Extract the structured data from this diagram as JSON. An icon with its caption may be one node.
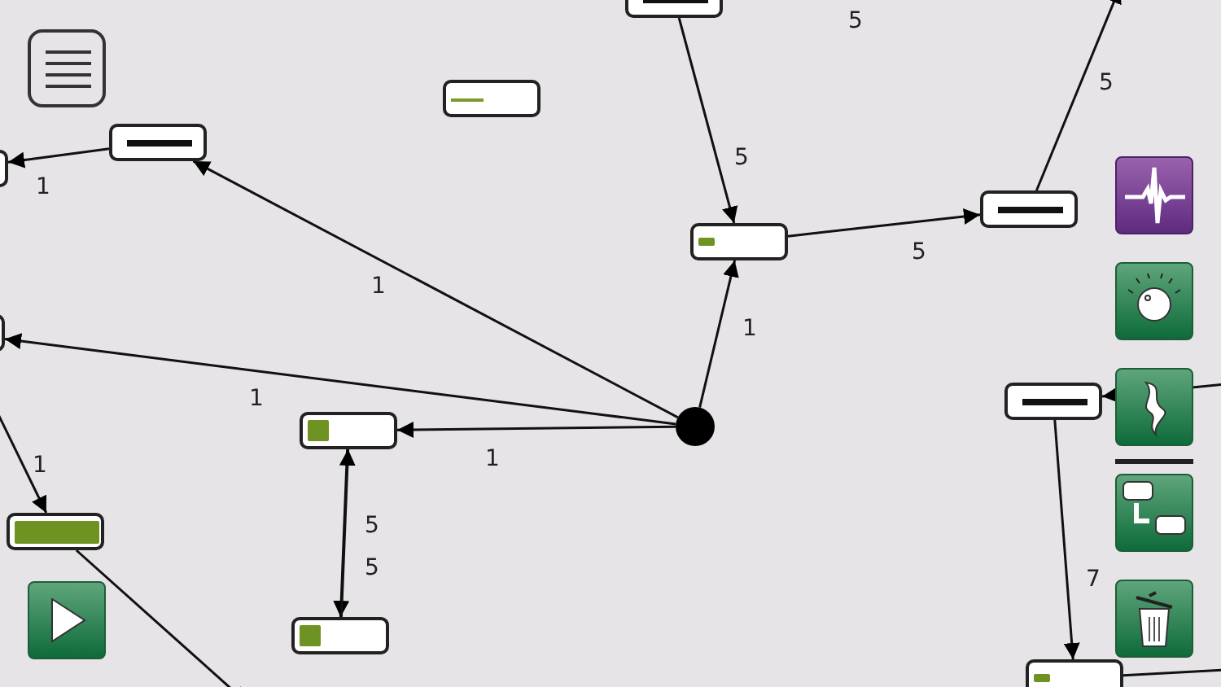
{
  "diagram": {
    "nodes": [
      {
        "text": [],
        "shape": "box"
      },
      {
        "text": [],
        "shape": "box"
      },
      {
        "text": [],
        "shape": "box"
      },
      {
        "text": [],
        "shape": "box"
      },
      {
        "text": [],
        "shape": "box"
      },
      {
        "text": [],
        "shape": "box"
      },
      {
        "text": [],
        "shape": "box"
      },
      {
        "text": [],
        "shape": "box"
      },
      {
        "text": [],
        "shape": "box"
      },
      {
        "text": [],
        "shape": "circle"
      },
      {
        "text": [],
        "shape": "box"
      },
      {
        "text": [],
        "shape": "box"
      },
      {
        "text": [],
        "shape": "box"
      }
    ],
    "edges": [
      {
        "from": 0,
        "to": 4,
        "arrow": "to",
        "label": "5"
      },
      {
        "from": 4,
        "to": 5,
        "arrow": "to",
        "label": "5"
      },
      {
        "from": 5,
        "to": null,
        "arrow": "to",
        "label": "5"
      },
      {
        "from": 9,
        "to": 4,
        "arrow": "to",
        "label": "1"
      },
      {
        "from": 9,
        "to": 2,
        "arrow": "to",
        "label": "1"
      },
      {
        "from": 2,
        "to": 3,
        "arrow": "to",
        "label": "1"
      },
      {
        "from": 9,
        "to": 6,
        "arrow": "to",
        "label": "1"
      },
      {
        "from": 9,
        "to": 8,
        "arrow": "to",
        "label": "1"
      },
      {
        "from": 8,
        "to": 11,
        "arrow": "to",
        "label": "5"
      },
      {
        "from": 11,
        "to": 8,
        "arrow": "to",
        "label": "5"
      },
      {
        "from": null,
        "to": 10,
        "arrow": "to",
        "label": "1"
      },
      {
        "from": 10,
        "to": null,
        "arrow": "to"
      },
      {
        "from": null,
        "to": 7,
        "arrow": "to"
      },
      {
        "from": 7,
        "to": 12,
        "arrow": "to",
        "label": "7"
      },
      {
        "from": 12,
        "to": null,
        "arrow": "none"
      }
    ],
    "labels": [
      "5"
    ]
  }
}
